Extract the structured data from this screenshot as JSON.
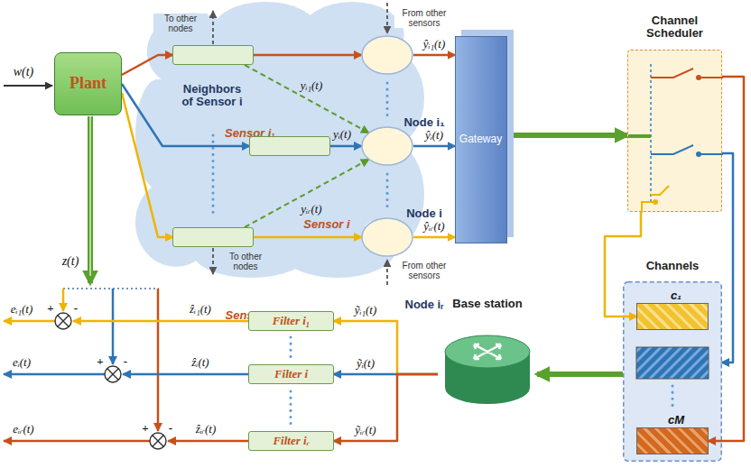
{
  "diagram": {
    "nodes": [
      {
        "text": [
          "Neighbors of Sensor i"
        ]
      },
      {
        "text": [
          "Plant"
        ]
      },
      {
        "text": [
          "Sensor i₁"
        ],
        "in": 0
      },
      {
        "text": [
          "Sensor i"
        ],
        "in": 0
      },
      {
        "text": [
          "Sensor iᵣ"
        ],
        "in": 0
      },
      {
        "text": [
          "Node i₁"
        ],
        "in": 0
      },
      {
        "text": [
          "Node i"
        ],
        "in": 0
      },
      {
        "text": [
          "Node iᵣ"
        ],
        "in": 0
      },
      {
        "text": [
          "Gateway"
        ]
      },
      {
        "text": [
          "Channel Scheduler"
        ]
      },
      {
        "text": [
          "Channels"
        ]
      },
      {
        "text": [
          "c₁"
        ],
        "in": 10
      },
      {
        "text": [
          "cM"
        ],
        "in": 10
      },
      {
        "text": [
          "Base station"
        ]
      },
      {
        "text": [
          "Filter i₁"
        ]
      },
      {
        "text": [
          "Filter i"
        ]
      },
      {
        "text": [
          "Filter iᵣ"
        ]
      }
    ],
    "edges": [
      {
        "from": 1,
        "to": 2,
        "arrow": "to"
      },
      {
        "from": 1,
        "to": 3,
        "arrow": "to"
      },
      {
        "from": 1,
        "to": 4,
        "arrow": "to"
      },
      {
        "from": 2,
        "to": 5,
        "arrow": "to"
      },
      {
        "from": 3,
        "to": 6,
        "label": "yᵢ(t)",
        "arrow": "to"
      },
      {
        "from": 4,
        "to": 7,
        "arrow": "to"
      },
      {
        "from": 2,
        "to": 6,
        "label": "yᵢ₁(t)",
        "arrow": "to"
      },
      {
        "from": 4,
        "to": 6,
        "label": "yᵢᵣ(t)",
        "arrow": "to"
      },
      {
        "from": 5,
        "to": 8,
        "label": "ŷᵢ₁(t)",
        "arrow": "to"
      },
      {
        "from": 6,
        "to": 8,
        "label": "ŷᵢ(t)",
        "arrow": "to"
      },
      {
        "from": 7,
        "to": 8,
        "label": "ŷᵢᵣ(t)",
        "arrow": "to"
      },
      {
        "from": 8,
        "to": 9,
        "arrow": "to"
      },
      {
        "from": 9,
        "to": 11,
        "arrow": "to"
      },
      {
        "from": 9,
        "to": 10,
        "arrow": "to"
      },
      {
        "from": 9,
        "to": 12,
        "arrow": "to"
      },
      {
        "from": 10,
        "to": 13,
        "arrow": "to"
      },
      {
        "from": 13,
        "to": 14,
        "label": "ỹᵢ₁(t)",
        "arrow": "to"
      },
      {
        "from": 13,
        "to": 15,
        "label": "ỹᵢ(t)",
        "arrow": "to"
      },
      {
        "from": 13,
        "to": 16,
        "label": "ỹᵢᵣ(t)",
        "arrow": "to"
      }
    ],
    "labels": [
      "w(t)",
      "To other nodes",
      "From other sensors",
      "To other nodes",
      "From other sensors",
      "z(t)",
      "+",
      "-",
      "+",
      "-",
      "+",
      "-",
      "ẑᵢ₁(t)",
      "ẑᵢ(t)",
      "ẑᵢᵣ(t)",
      "eᵢ₁(t)",
      "eᵢ(t)",
      "eᵢᵣ(t)"
    ]
  }
}
